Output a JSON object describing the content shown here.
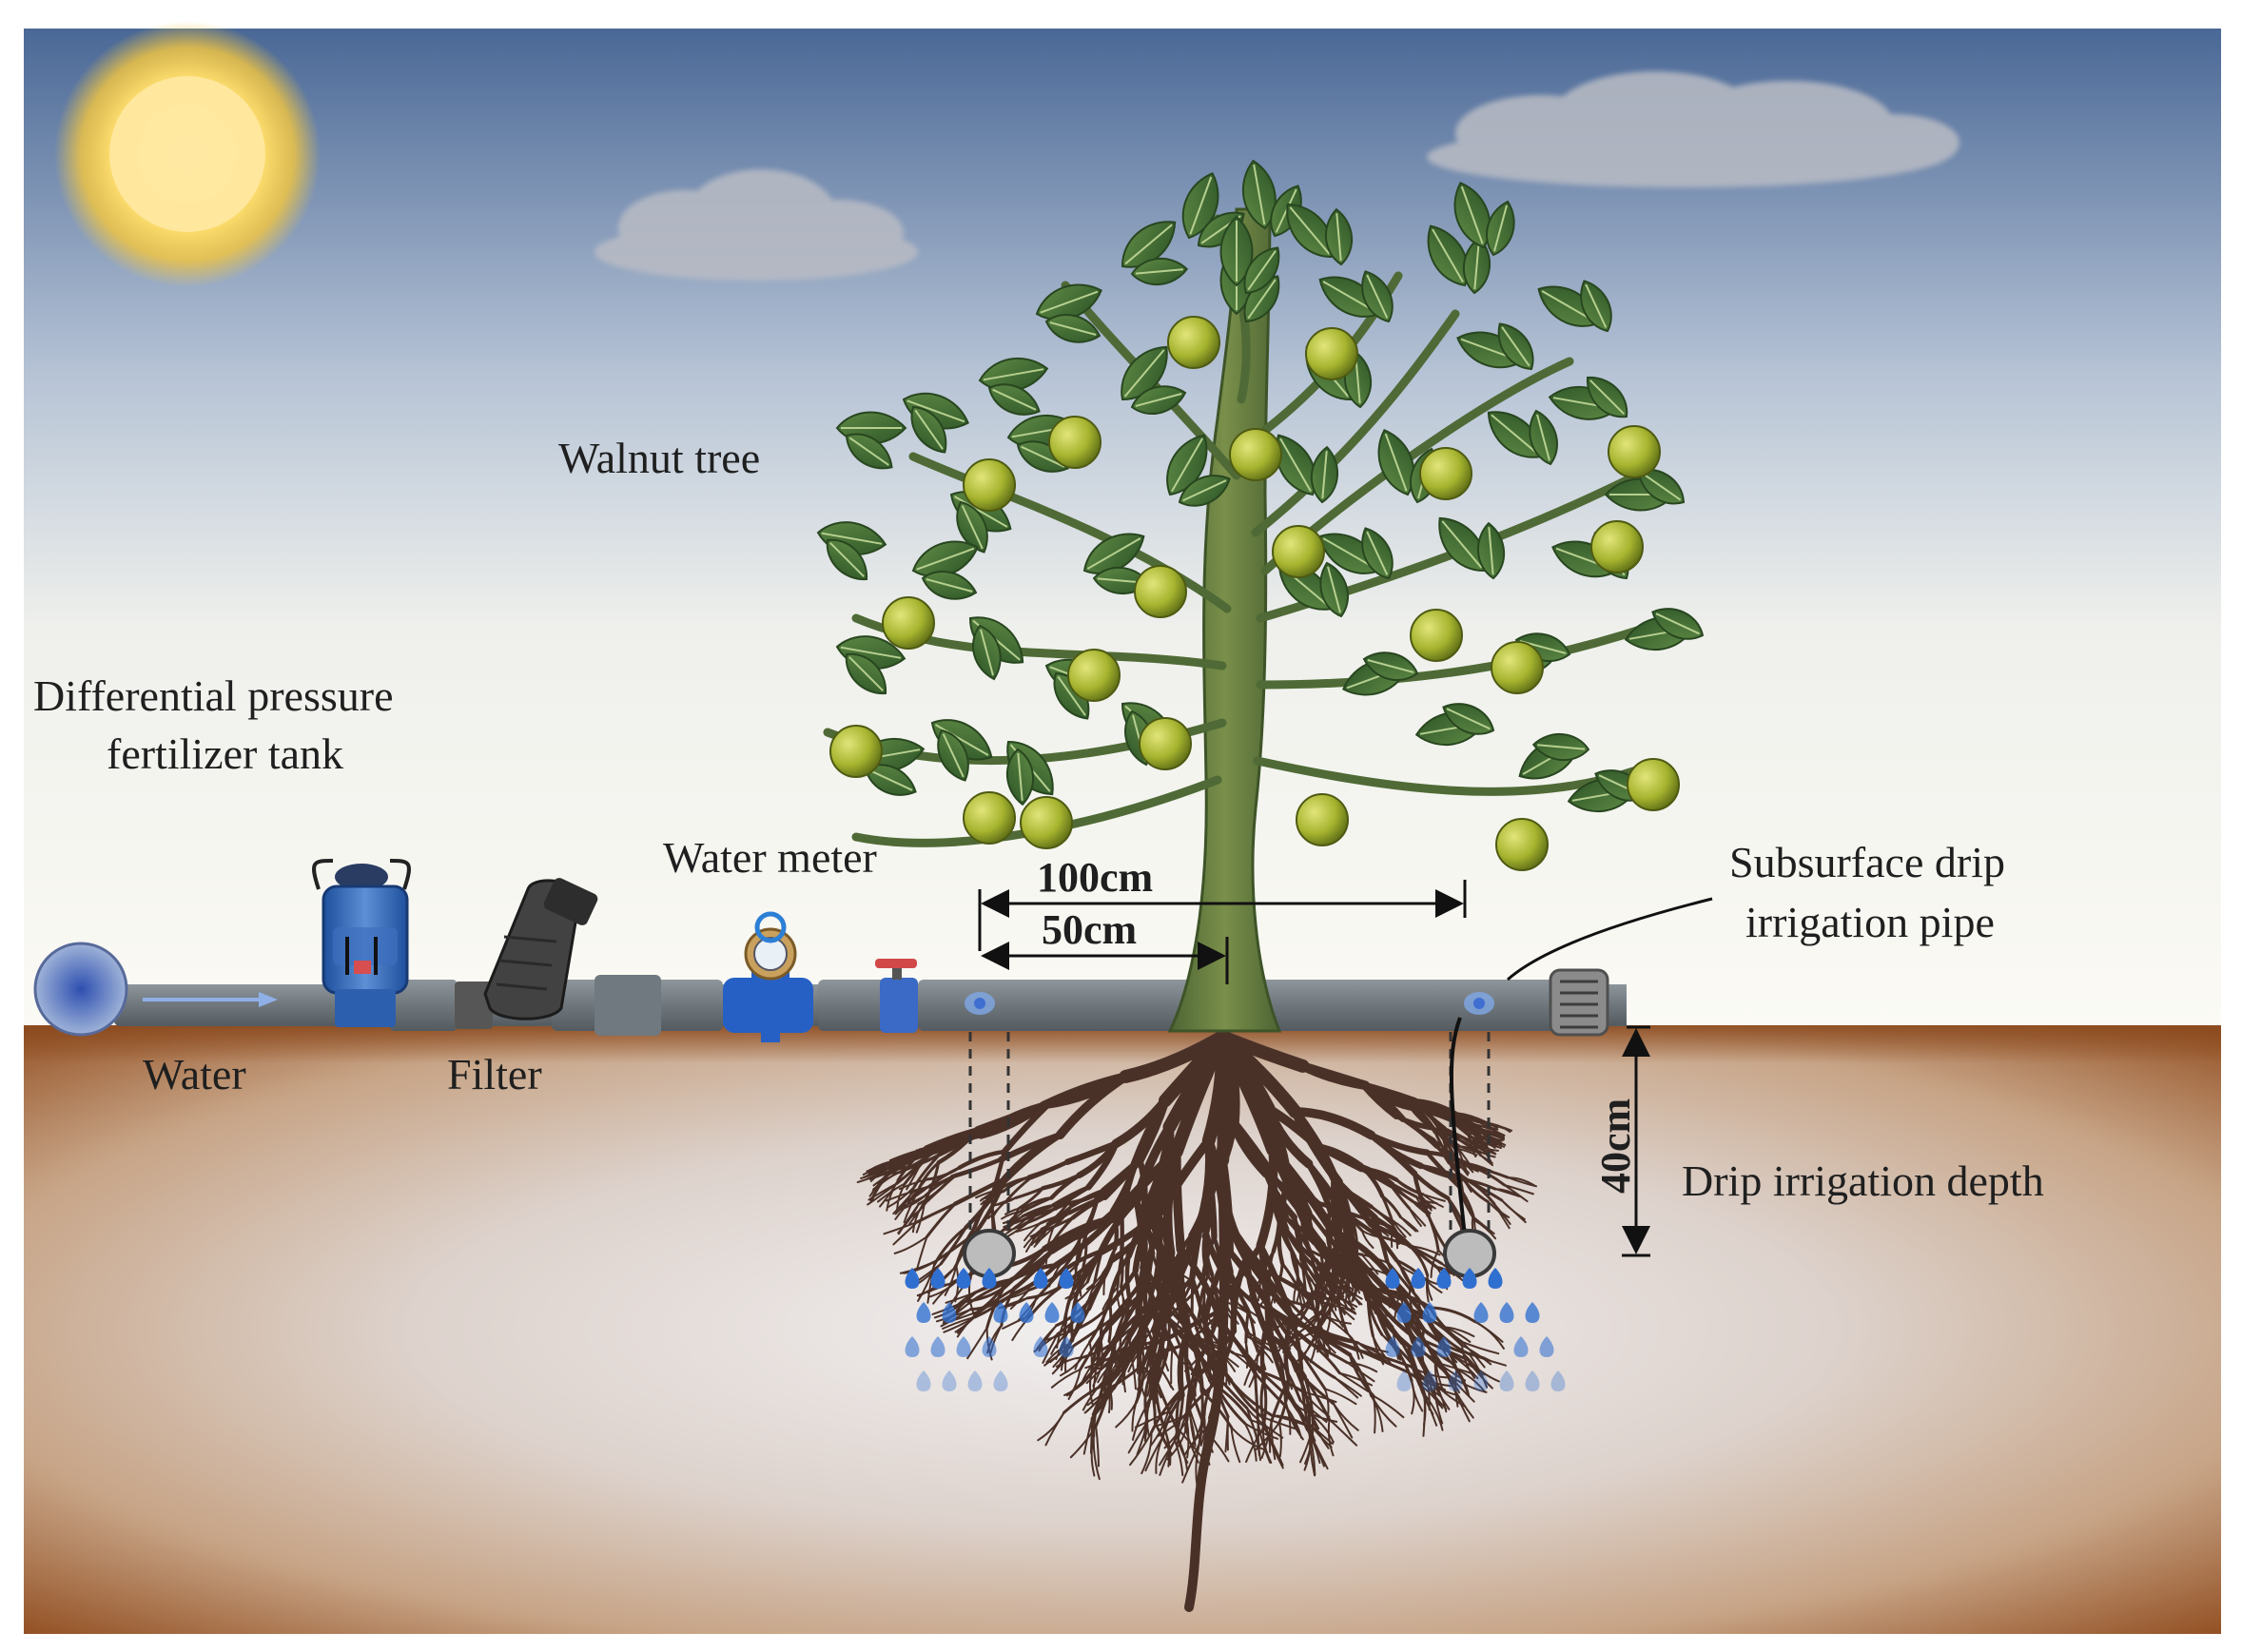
{
  "labels": {
    "walnut_tree": "Walnut tree",
    "fertilizer_tank_line1": "Differential pressure",
    "fertilizer_tank_line2": "fertilizer tank",
    "water_meter": "Water meter",
    "water": "Water",
    "filter": "Filter",
    "drip_pipe_line1": "Subsurface drip",
    "drip_pipe_line2": "irrigation pipe",
    "drip_depth": "Drip irrigation depth"
  },
  "dimensions": {
    "spacing_100": "100cm",
    "spacing_50": "50cm",
    "depth_40": "40cm"
  },
  "colors": {
    "sky_top": "#4a6896",
    "sky_bottom": "#fbfaf4",
    "soil_edge": "#8f4a1c",
    "soil_center": "#f0eeee",
    "pipe": "#7b8288",
    "leaf": "#3e6b33",
    "walnut": "#9cab2c",
    "trunk": "#56703a",
    "root": "#4a3128",
    "water_drop": "#2f6fd0",
    "sun": "#ffe680"
  }
}
